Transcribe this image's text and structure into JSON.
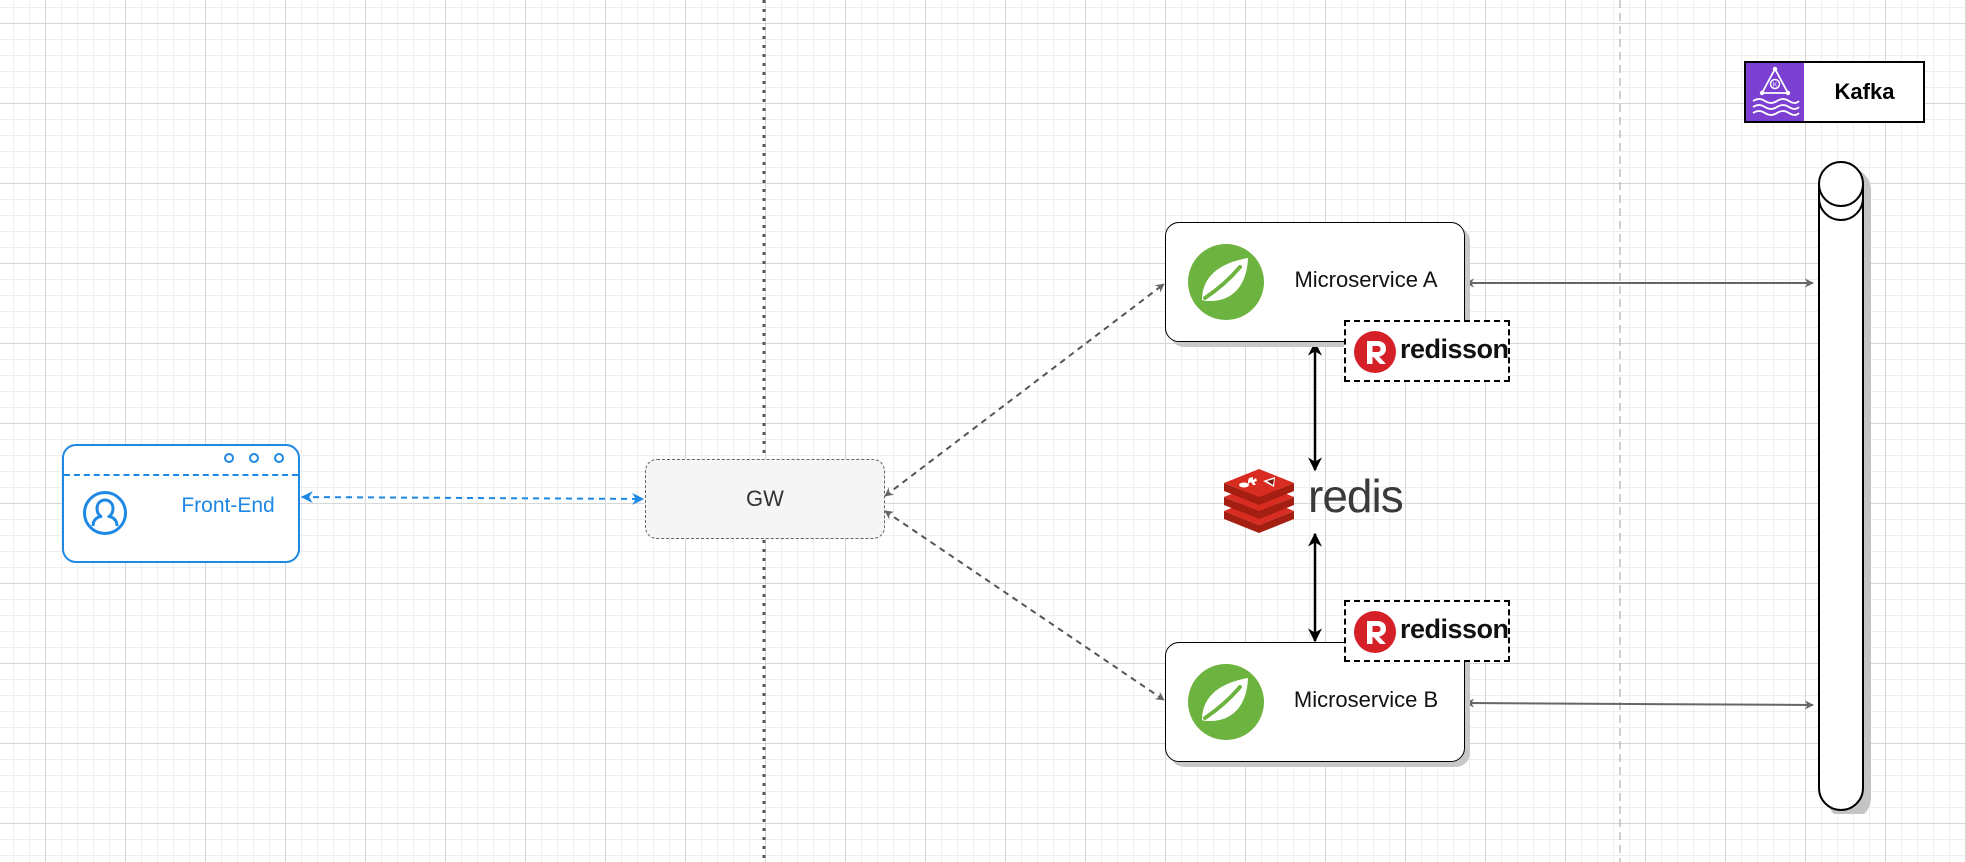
{
  "diagram": {
    "frontend": {
      "label": "Front-End",
      "icon": "user-circle-icon",
      "color": "#1e88e5"
    },
    "gateway": {
      "label": "GW"
    },
    "microservices": [
      {
        "label": "Microservice A",
        "icon": "spring-leaf-icon"
      },
      {
        "label": "Microservice B",
        "icon": "spring-leaf-icon"
      }
    ],
    "redisson": [
      {
        "label": "redisson",
        "icon": "redisson-r-icon"
      },
      {
        "label": "redisson",
        "icon": "redisson-r-icon"
      }
    ],
    "redis": {
      "label": "redis",
      "icon": "redis-stack-icon"
    },
    "kafka": {
      "label": "Kafka",
      "icon": "kafka-msk-icon",
      "color": "#7b3fd1"
    },
    "colors": {
      "spring": "#6db33f",
      "redis": "#d82c20",
      "connector": "#666666",
      "frontend_link": "#1e88e5"
    }
  }
}
